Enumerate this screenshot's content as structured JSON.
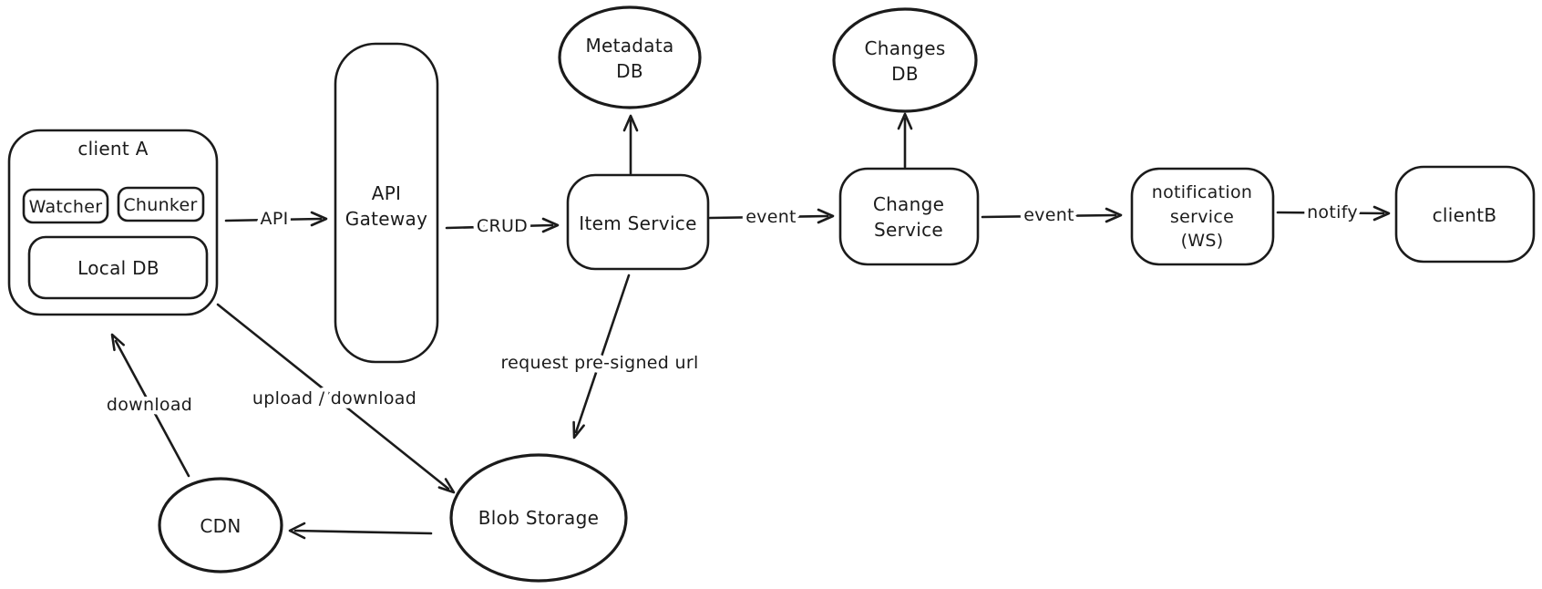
{
  "canvas": {
    "background": "#ffffff",
    "stroke_color": "#1b1b1b"
  },
  "nodes": {
    "client_a": {
      "title": "client A"
    },
    "watcher": {
      "label": "Watcher"
    },
    "chunker": {
      "label": "Chunker"
    },
    "local_db": {
      "label": "Local DB"
    },
    "api_gateway": {
      "line1": "API",
      "line2": "Gateway"
    },
    "metadata_db": {
      "line1": "Metadata",
      "line2": "DB"
    },
    "item_service": {
      "label": "Item Service"
    },
    "changes_db": {
      "line1": "Changes",
      "line2": "DB"
    },
    "change_service": {
      "line1": "Change",
      "line2": "Service"
    },
    "notification_service": {
      "line1": "notification",
      "line2": "service",
      "line3": "(WS)"
    },
    "client_b": {
      "label": "clientB"
    },
    "blob_storage": {
      "label": "Blob Storage"
    },
    "cdn": {
      "label": "CDN"
    }
  },
  "edges": {
    "api": {
      "label": "API"
    },
    "crud": {
      "label": "CRUD"
    },
    "item_event": {
      "label": "event"
    },
    "change_event": {
      "label": "event"
    },
    "notify": {
      "label": "notify"
    },
    "request_presigned_url": {
      "label": "request pre-signed url"
    },
    "upload_download": {
      "label": "upload / download"
    },
    "download": {
      "label": "download"
    }
  }
}
